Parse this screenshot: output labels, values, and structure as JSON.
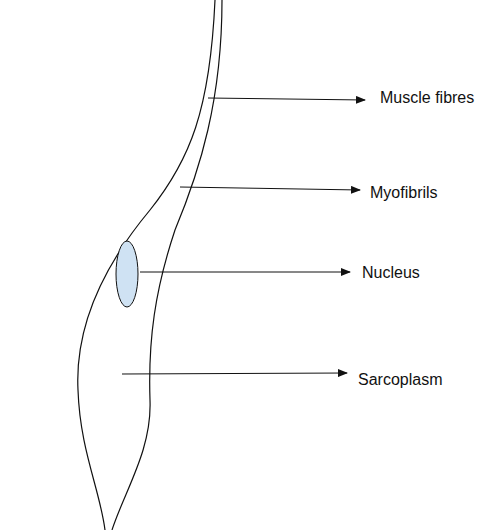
{
  "diagram": {
    "labels": [
      "Muscle fibres",
      "Myofibrils",
      "Nucleus",
      "Sarcoplasm"
    ]
  }
}
